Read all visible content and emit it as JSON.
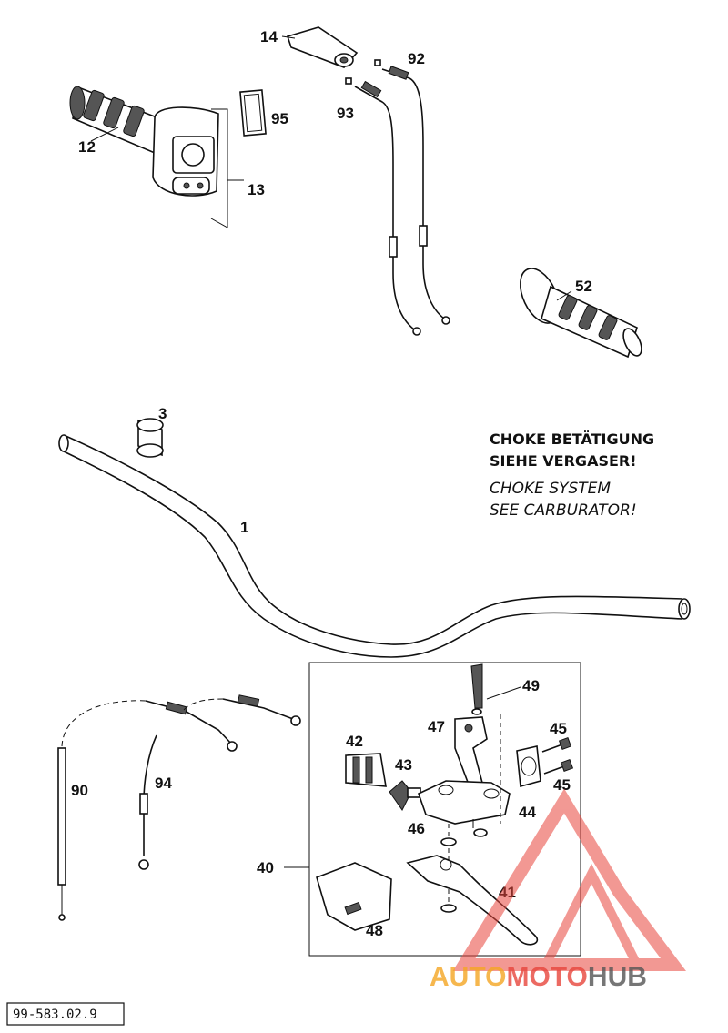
{
  "labels": {
    "p1": "1",
    "p3": "3",
    "p12": "12",
    "p13": "13",
    "p14": "14",
    "p95": "95",
    "p92": "92",
    "p93": "93",
    "p52": "52",
    "p40": "40",
    "p41": "41",
    "p42": "42",
    "p43": "43",
    "p44": "44",
    "p45a": "45",
    "p45b": "45",
    "p46": "46",
    "p47": "47",
    "p48": "48",
    "p49": "49",
    "p90": "90",
    "p94": "94"
  },
  "note": {
    "de_line1": "CHOKE BETÄTIGUNG",
    "de_line2": "SIEHE VERGASER!",
    "en_line1": "CHOKE SYSTEM",
    "en_line2": "SEE CARBURATOR!"
  },
  "reference": "99-583.02.9",
  "watermark": {
    "part1": "AUTO",
    "part2": "MOTO",
    "part3": "HUB",
    "color_orange": "#f5a623",
    "color_red": "#e8453c",
    "color_gray": "#555555"
  }
}
